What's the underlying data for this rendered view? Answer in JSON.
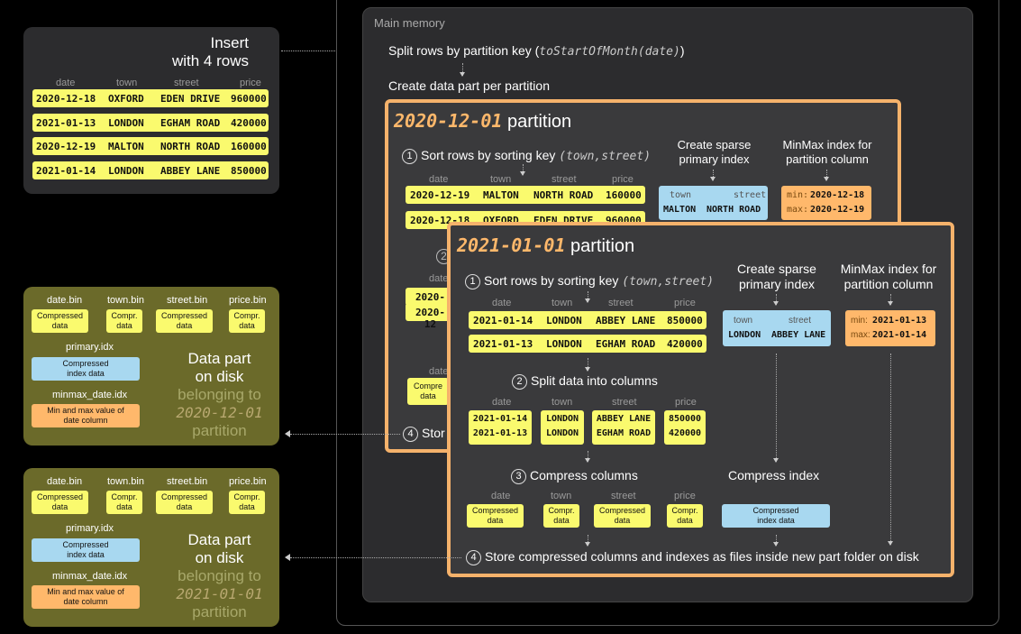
{
  "insert_box": {
    "title_line1": "Insert",
    "title_line2": "with 4 rows",
    "headers": [
      "date",
      "town",
      "street",
      "price"
    ],
    "rows": [
      [
        "2020-12-18",
        "OXFORD",
        "EDEN DRIVE",
        "960000"
      ],
      [
        "2021-01-13",
        "LONDON",
        "EGHAM ROAD",
        "420000"
      ],
      [
        "2020-12-19",
        "MALTON",
        "NORTH ROAD",
        "160000"
      ],
      [
        "2021-01-14",
        "LONDON",
        "ABBEY LANE",
        "850000"
      ]
    ]
  },
  "main_memory": {
    "label": "Main memory",
    "split_prefix": "Split rows by partition key (",
    "split_code": "toStartOfMonth(date)",
    "split_suffix": ")",
    "create_parts": "Create data part per partition"
  },
  "partition_back": {
    "name_code": "2020-12-01",
    "name_suffix": " partition",
    "step1_text": "Sort rows by sorting key ",
    "step1_code": "(town,street)",
    "step1_num": "1",
    "sparse_title": "Create sparse primary index",
    "minmax_title": "MinMax index for partition column",
    "headers": [
      "date",
      "town",
      "street",
      "price"
    ],
    "rows": [
      [
        "2020-12-19",
        "MALTON",
        "NORTH ROAD",
        "160000"
      ],
      [
        "2020-12-18",
        "OXFORD",
        "EDEN DRIVE",
        "960000"
      ]
    ],
    "index_headers": [
      "town",
      "street"
    ],
    "index_values": [
      "MALTON",
      "NORTH ROAD"
    ],
    "min_label": "min:",
    "min_value": "2020-12-18",
    "max_label": "max:",
    "max_value": "2020-12-19",
    "partial_date_label": "date",
    "partial_rows": [
      "2020-12",
      "2020-12"
    ],
    "partial_step2": "2",
    "partial_compr": "Compre data",
    "partial_step4": "4",
    "partial_store": "Stor"
  },
  "partition_front": {
    "name_code": "2021-01-01",
    "name_suffix": " partition",
    "step1_num": "1",
    "step1_text": "Sort rows by sorting key ",
    "step1_code": "(town,street)",
    "sparse_title_l1": "Create sparse",
    "sparse_title_l2": "primary index",
    "minmax_title_l1": "MinMax index for",
    "minmax_title_l2": "partition column",
    "headers": [
      "date",
      "town",
      "street",
      "price"
    ],
    "rows": [
      [
        "2021-01-14",
        "LONDON",
        "ABBEY LANE",
        "850000"
      ],
      [
        "2021-01-13",
        "LONDON",
        "EGHAM ROAD",
        "420000"
      ]
    ],
    "index_headers": [
      "town",
      "street"
    ],
    "index_values": [
      "LONDON",
      "ABBEY LANE"
    ],
    "min_label": "min:",
    "min_value": "2021-01-13",
    "max_label": "max:",
    "max_value": "2021-01-14",
    "step2_num": "2",
    "step2_text": "Split data into columns",
    "col_dates": [
      "2021-01-14",
      "2021-01-13"
    ],
    "col_towns": [
      "LONDON",
      "LONDON"
    ],
    "col_streets": [
      "ABBEY LANE",
      "EGHAM ROAD"
    ],
    "col_prices": [
      "850000",
      "420000"
    ],
    "step3_num": "3",
    "step3_text": "Compress columns",
    "compress_index": "Compress index",
    "compressed_data": "Compressed data",
    "compr_data": "Compr. data",
    "compressed_index_data": "Compressed index data",
    "step4_num": "4",
    "step4_text": "Store compressed columns and indexes as files inside new part folder on disk"
  },
  "disk_parts": [
    {
      "files": [
        "date.bin",
        "town.bin",
        "street.bin",
        "price.bin"
      ],
      "compressed_data": "Compressed data",
      "compr_data": "Compr. data",
      "primary_idx": "primary.idx",
      "compressed_index_data": "Compressed index data",
      "minmax_file": "minmax_date.idx",
      "minmax_desc": "Min and max value of date column",
      "title_l1": "Data part",
      "title_l2": "on disk",
      "belong_l1": "belonging to",
      "belong_code": "2020-12-01",
      "belong_l3": "partition"
    },
    {
      "files": [
        "date.bin",
        "town.bin",
        "street.bin",
        "price.bin"
      ],
      "compressed_data": "Compressed data",
      "compr_data": "Compr. data",
      "primary_idx": "primary.idx",
      "compressed_index_data": "Compressed index data",
      "minmax_file": "minmax_date.idx",
      "minmax_desc": "Min and max value of date column",
      "title_l1": "Data part",
      "title_l2": "on disk",
      "belong_l1": "belonging to",
      "belong_code": "2021-01-01",
      "belong_l3": "partition"
    }
  ],
  "colors": {
    "yellow": "#fafa6e",
    "blue": "#a8d8f0",
    "orange": "#ffb86b",
    "partition_border": "#f5b26b",
    "disk_bg": "#6b6a2a"
  }
}
